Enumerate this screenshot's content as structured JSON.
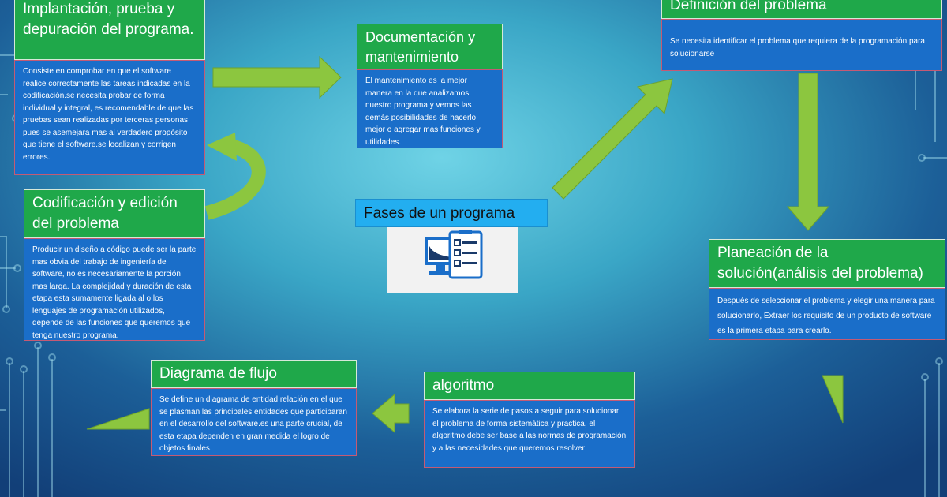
{
  "center": {
    "title": "Fases de un programa",
    "image_icon": "monitor-checklist-icon"
  },
  "steps": {
    "implantacion": {
      "title": "Implantación, prueba y depuración del programa.",
      "body": "Consiste en comprobar en que el software realice correctamente las tareas indicadas en la codificación.se necesita probar de forma individual y integral, es recomendable de que las pruebas sean realizadas por terceras personas pues se asemejara mas al verdadero propósito que tiene el software.se localizan y corrigen errores."
    },
    "documentacion": {
      "title": "Documentación y mantenimiento",
      "body": "El mantenimiento es la mejor manera en la que analizamos nuestro programa y vemos las demás posibilidades de hacerlo mejor o agregar mas funciones y utilidades."
    },
    "definicion": {
      "title": "Definición del problema",
      "body": "Se necesita identificar el problema que requiera de la programación para solucionarse"
    },
    "codificacion": {
      "title": "Codificación y edición del problema",
      "body": "Producir un diseño a código puede ser la parte mas obvia del trabajo de ingeniería de software, no es necesariamente la porción mas larga. La complejidad y duración de esta etapa esta sumamente ligada al o los lenguajes de programación utilizados, depende de las funciones que queremos que tenga nuestro programa."
    },
    "planeacion": {
      "title": "Planeación de la solución(análisis del problema)",
      "body": "Después de seleccionar el problema y elegir una manera para solucionarlo, Extraer los requisito de un producto de software es la primera etapa para crearlo."
    },
    "diagrama": {
      "title": "Diagrama de flujo",
      "body": "Se define un diagrama de entidad relación en el que se plasman las principales entidades que participaran en el desarrollo del software.es una parte crucial, de esta etapa dependen en gran medida el logro de objetos finales."
    },
    "algoritmo": {
      "title": "algoritmo",
      "body": "Se elabora la serie de pasos a seguir para solucionar el problema de forma sistemática y practica, el algoritmo debe ser base a las normas de programación y a las necesidades que queremos resolver"
    }
  },
  "colors": {
    "title_bg": "#1fa84a",
    "body_bg": "#1a6ec9",
    "arrow": "#8cc63f",
    "center_title_bg": "#23aef0"
  }
}
